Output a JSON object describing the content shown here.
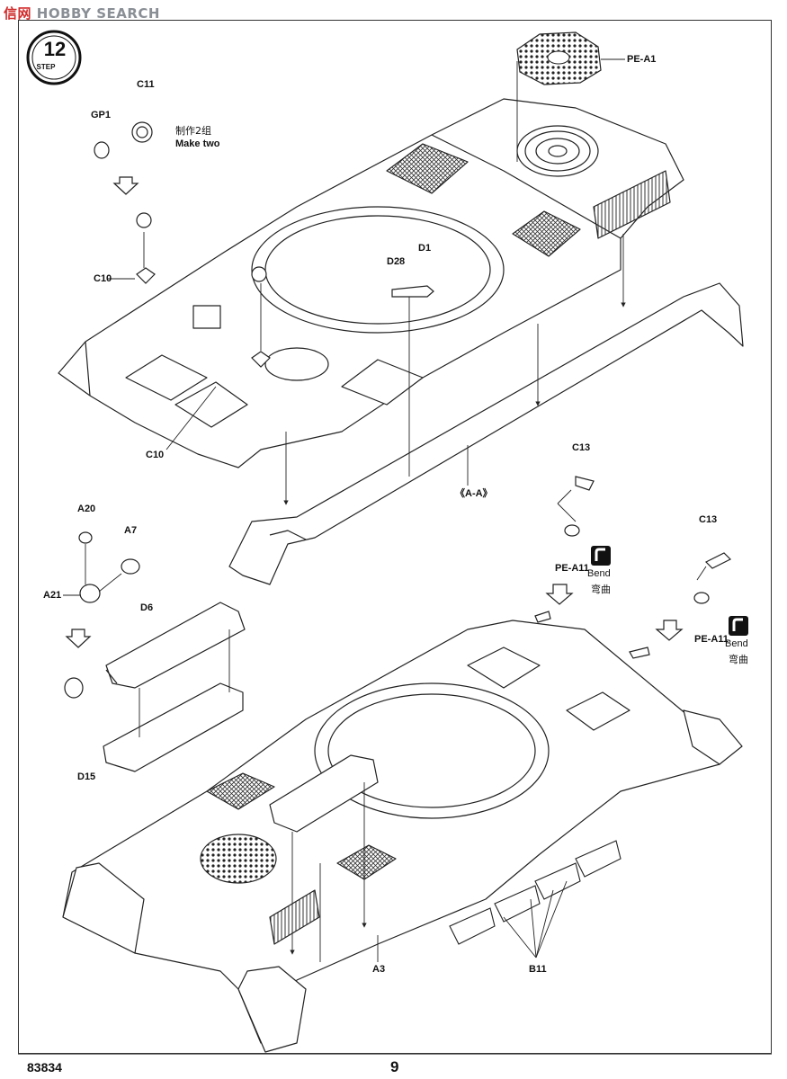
{
  "watermark": {
    "cn": "信",
    "cn2": "网",
    "en": "HOBBY SEARCH"
  },
  "step": {
    "number": "12",
    "word": "STEP"
  },
  "labels": {
    "pe_a1": "PE-A1",
    "c11": "C11",
    "gp1": "GP1",
    "make_two_cn": "制作2组",
    "make_two_en": "Make two",
    "d1": "D1",
    "d28": "D28",
    "c10_top": "C10",
    "c10_bottom": "C10",
    "section_aa": "《A-A》",
    "c13_left": "C13",
    "pe_a11_left": "PE-A11",
    "bend_left_en": "Bend",
    "bend_left_cn": "弯曲",
    "c13_right": "C13",
    "pe_a11_right": "PE-A11",
    "bend_right_en": "Bend",
    "bend_right_cn": "弯曲",
    "a20": "A20",
    "a7": "A7",
    "a21": "A21",
    "d6": "D6",
    "d15": "D15",
    "a3": "A3",
    "b11": "B11"
  },
  "footer": {
    "code": "83834",
    "page": "9"
  },
  "colors": {
    "line": "#222222",
    "hatch": "#333333",
    "paper": "#ffffff",
    "wm_red": "#d12c2c",
    "wm_gray": "#8a8f96"
  }
}
